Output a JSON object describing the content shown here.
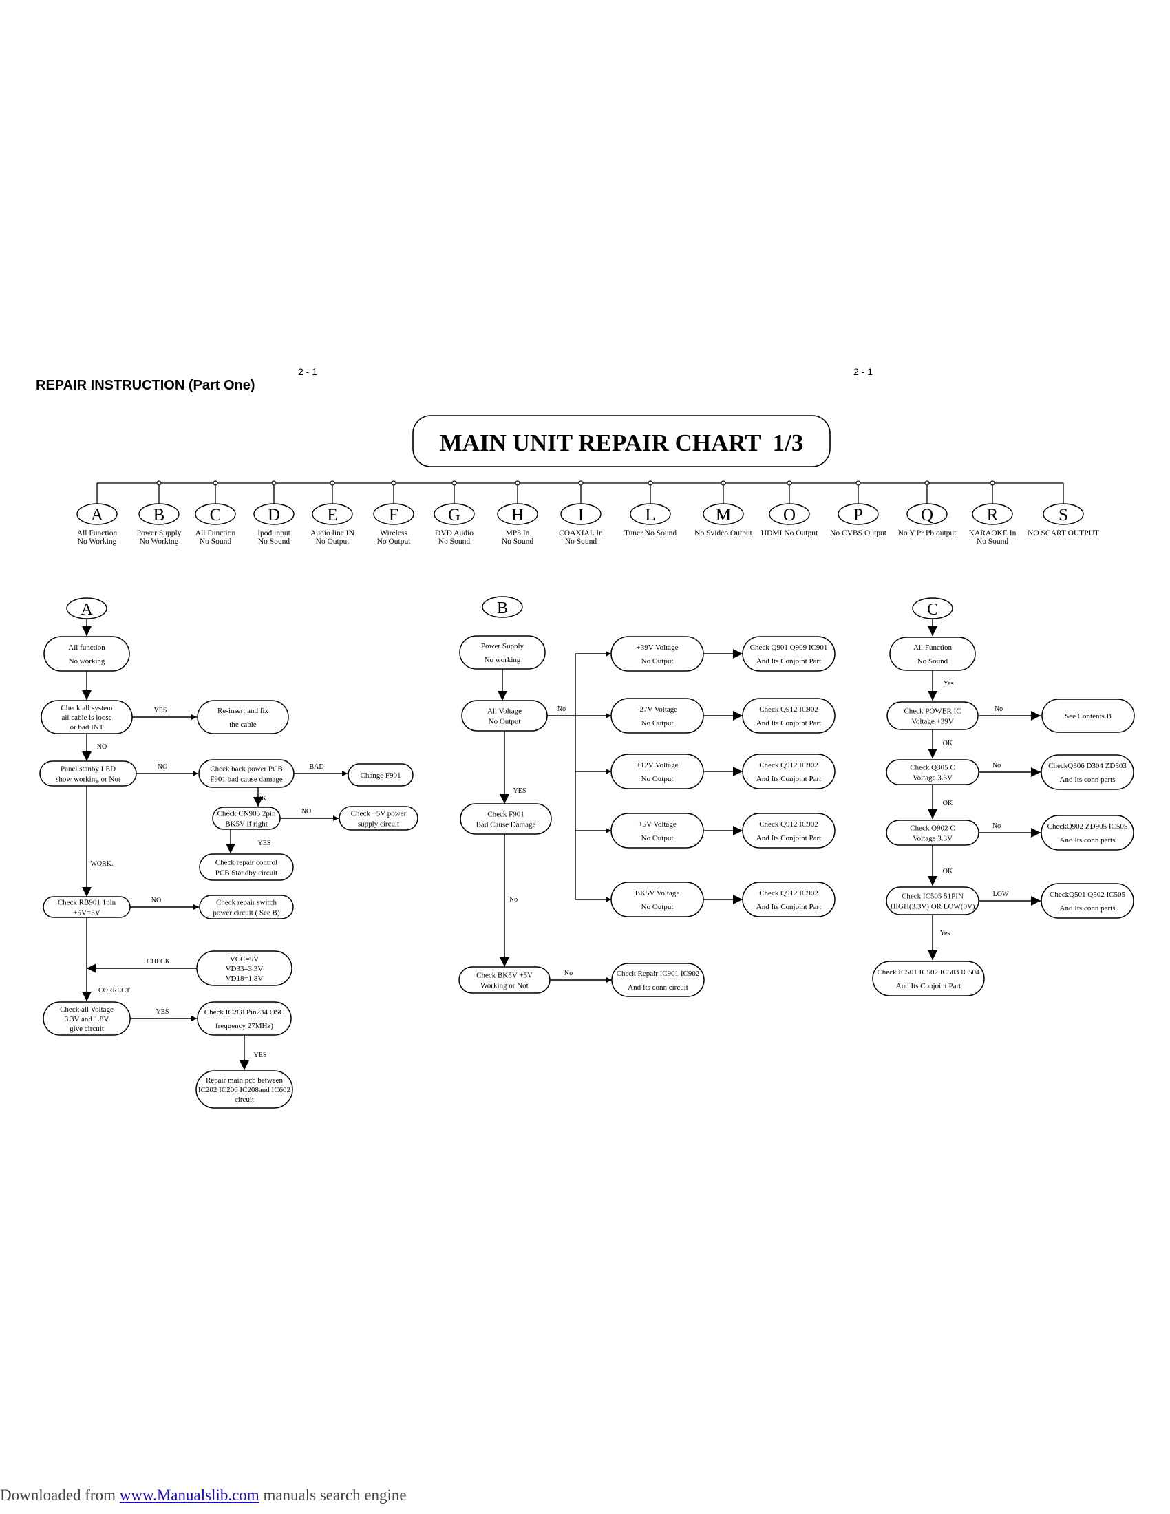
{
  "header": {
    "page_no_left": "2 - 1",
    "page_no_right": "2 - 1",
    "section_title": "REPAIR INSTRUCTION (Part One)",
    "chart_title": "MAIN UNIT REPAIR CHART  1/3"
  },
  "index": [
    {
      "key": "A",
      "l1": "All Function",
      "l2": "No Working"
    },
    {
      "key": "B",
      "l1": "Power Supply",
      "l2": "No Working"
    },
    {
      "key": "C",
      "l1": "All Function",
      "l2": "No Sound"
    },
    {
      "key": "D",
      "l1": "Ipod input",
      "l2": "No Sound"
    },
    {
      "key": "E",
      "l1": "Audio line IN",
      "l2": "No Output"
    },
    {
      "key": "F",
      "l1": "Wireless",
      "l2": "No Output"
    },
    {
      "key": "G",
      "l1": "DVD Audio",
      "l2": "No Sound"
    },
    {
      "key": "H",
      "l1": "MP3    In",
      "l2": "No Sound"
    },
    {
      "key": "I",
      "l1": "COAXIAL In",
      "l2": "No Sound"
    },
    {
      "key": "L",
      "l1": "Tuner No Sound",
      "l2": ""
    },
    {
      "key": "M",
      "l1": "No Svideo Output",
      "l2": ""
    },
    {
      "key": "O",
      "l1": "HDMI No Output",
      "l2": ""
    },
    {
      "key": "P",
      "l1": "No CVBS Output",
      "l2": ""
    },
    {
      "key": "Q",
      "l1": "No Y Pr Pb output",
      "l2": ""
    },
    {
      "key": "R",
      "l1": "KARAOKE    In",
      "l2": "No Sound"
    },
    {
      "key": "S",
      "l1": "NO  SCART OUTPUT",
      "l2": ""
    }
  ],
  "flow_a": {
    "key": "A",
    "start": [
      "All function",
      "No working"
    ],
    "check_cable": [
      "Check all system",
      "all cable is loose",
      "or bad INT"
    ],
    "reinsert": [
      "Re-insert and fix",
      "the cable"
    ],
    "panel_led": [
      "Panel stanby LED",
      "show working or Not"
    ],
    "check_power_pcb": [
      "Check back power PCB",
      "F901 bad cause damage"
    ],
    "change_f901": [
      "Change F901"
    ],
    "check_cn905": [
      "Check CN905 2pin",
      "BK5V if right"
    ],
    "check_5v": [
      "Check +5V power",
      "supply circuit"
    ],
    "repair_control": [
      "Check repair control",
      "PCB Standby circuit"
    ],
    "check_rb901": [
      "Check RB901 1pin",
      "+5V=5V"
    ],
    "repair_switch": [
      "Check repair switch",
      "power circuit ( See B)"
    ],
    "vcc": [
      "VCC=5V",
      "VD33=3.3V",
      "VD18=1.8V"
    ],
    "check_voltage": [
      "Check all Voltage",
      "3.3V and 1.8V",
      "give circuit"
    ],
    "check_ic208": [
      "Check IC208 Pin234 OSC",
      "frequency 27MHz)"
    ],
    "repair_main": [
      "Repair main pcb between",
      "IC202 IC206 IC208and IC602",
      "circuit"
    ],
    "labels": {
      "yes1": "YES",
      "no1": "NO",
      "no2": "NO",
      "bad": "BAD",
      "ok": "OK",
      "no3": "NO",
      "yes2": "YES",
      "work": "WORK.",
      "no4": "NO",
      "check": "CHECK",
      "correct": "CORRECT",
      "yes3": "YES",
      "yes4": "YES"
    }
  },
  "flow_b": {
    "key": "B",
    "start": [
      "Power Supply",
      "No working"
    ],
    "all_voltage": [
      "All Voltage",
      "No Output"
    ],
    "v39": [
      "+39V Voltage",
      "No Output"
    ],
    "v27": [
      "-27V  Voltage",
      "No Output"
    ],
    "v12": [
      "+12V Voltage",
      "No Output"
    ],
    "v5": [
      "+5V Voltage",
      "No Output"
    ],
    "vbk5": [
      "BK5V Voltage",
      "No Output"
    ],
    "c39": [
      "Check Q901 Q909 IC901",
      "And Its Conjoint Part"
    ],
    "c27": [
      "Check Q912 IC902",
      "And Its Conjoint Part"
    ],
    "c12": [
      "Check Q912 IC902",
      "And Its Conjoint Part"
    ],
    "c5": [
      "Check Q912 IC902",
      "And Its Conjoint Part"
    ],
    "cbk5": [
      "Check Q912 IC902",
      "And Its Conjoint Part"
    ],
    "check_f901": [
      "Check F901",
      "Bad Cause Damage"
    ],
    "check_bk5v": [
      "Check BK5V +5V",
      "Working or Not"
    ],
    "repair_ic": [
      "Check Repair IC901 IC902",
      "And Its conn circuit"
    ],
    "labels": {
      "no1": "No",
      "yes": "YES",
      "no2": "No",
      "no3": "No"
    }
  },
  "flow_c": {
    "key": "C",
    "start": [
      "All Function",
      "No Sound"
    ],
    "check_power_ic": [
      "Check POWER IC",
      "Voltage  +39V"
    ],
    "see_b": [
      "See Contents B"
    ],
    "check_q305": [
      "Check Q305 C",
      "Voltage 3.3V"
    ],
    "c_q306": [
      "CheckQ306  D304 ZD303",
      "And Its conn parts"
    ],
    "check_q902": [
      "Check Q902 C",
      "Voltage 3.3V"
    ],
    "c_q902": [
      "CheckQ902 ZD905 IC505",
      "And Its conn parts"
    ],
    "check_ic505": [
      "Check IC505 51PIN",
      "HIGH(3.3V) OR LOW(0V)"
    ],
    "c_q501": [
      "CheckQ501 Q502 IC505",
      "And Its conn parts"
    ],
    "check_ic501": [
      "Check IC501 IC502 IC503 IC504",
      "And Its Conjoint Part"
    ],
    "labels": {
      "yes1": "Yes",
      "no1": "No",
      "ok1": "OK",
      "no2": "No",
      "ok2": "OK",
      "no3": "No",
      "ok3": "OK",
      "low": "LOW",
      "yes2": "Yes"
    }
  },
  "footer": {
    "prefix": "Downloaded from ",
    "link": "www.Manualslib.com",
    "suffix": " manuals search engine"
  }
}
